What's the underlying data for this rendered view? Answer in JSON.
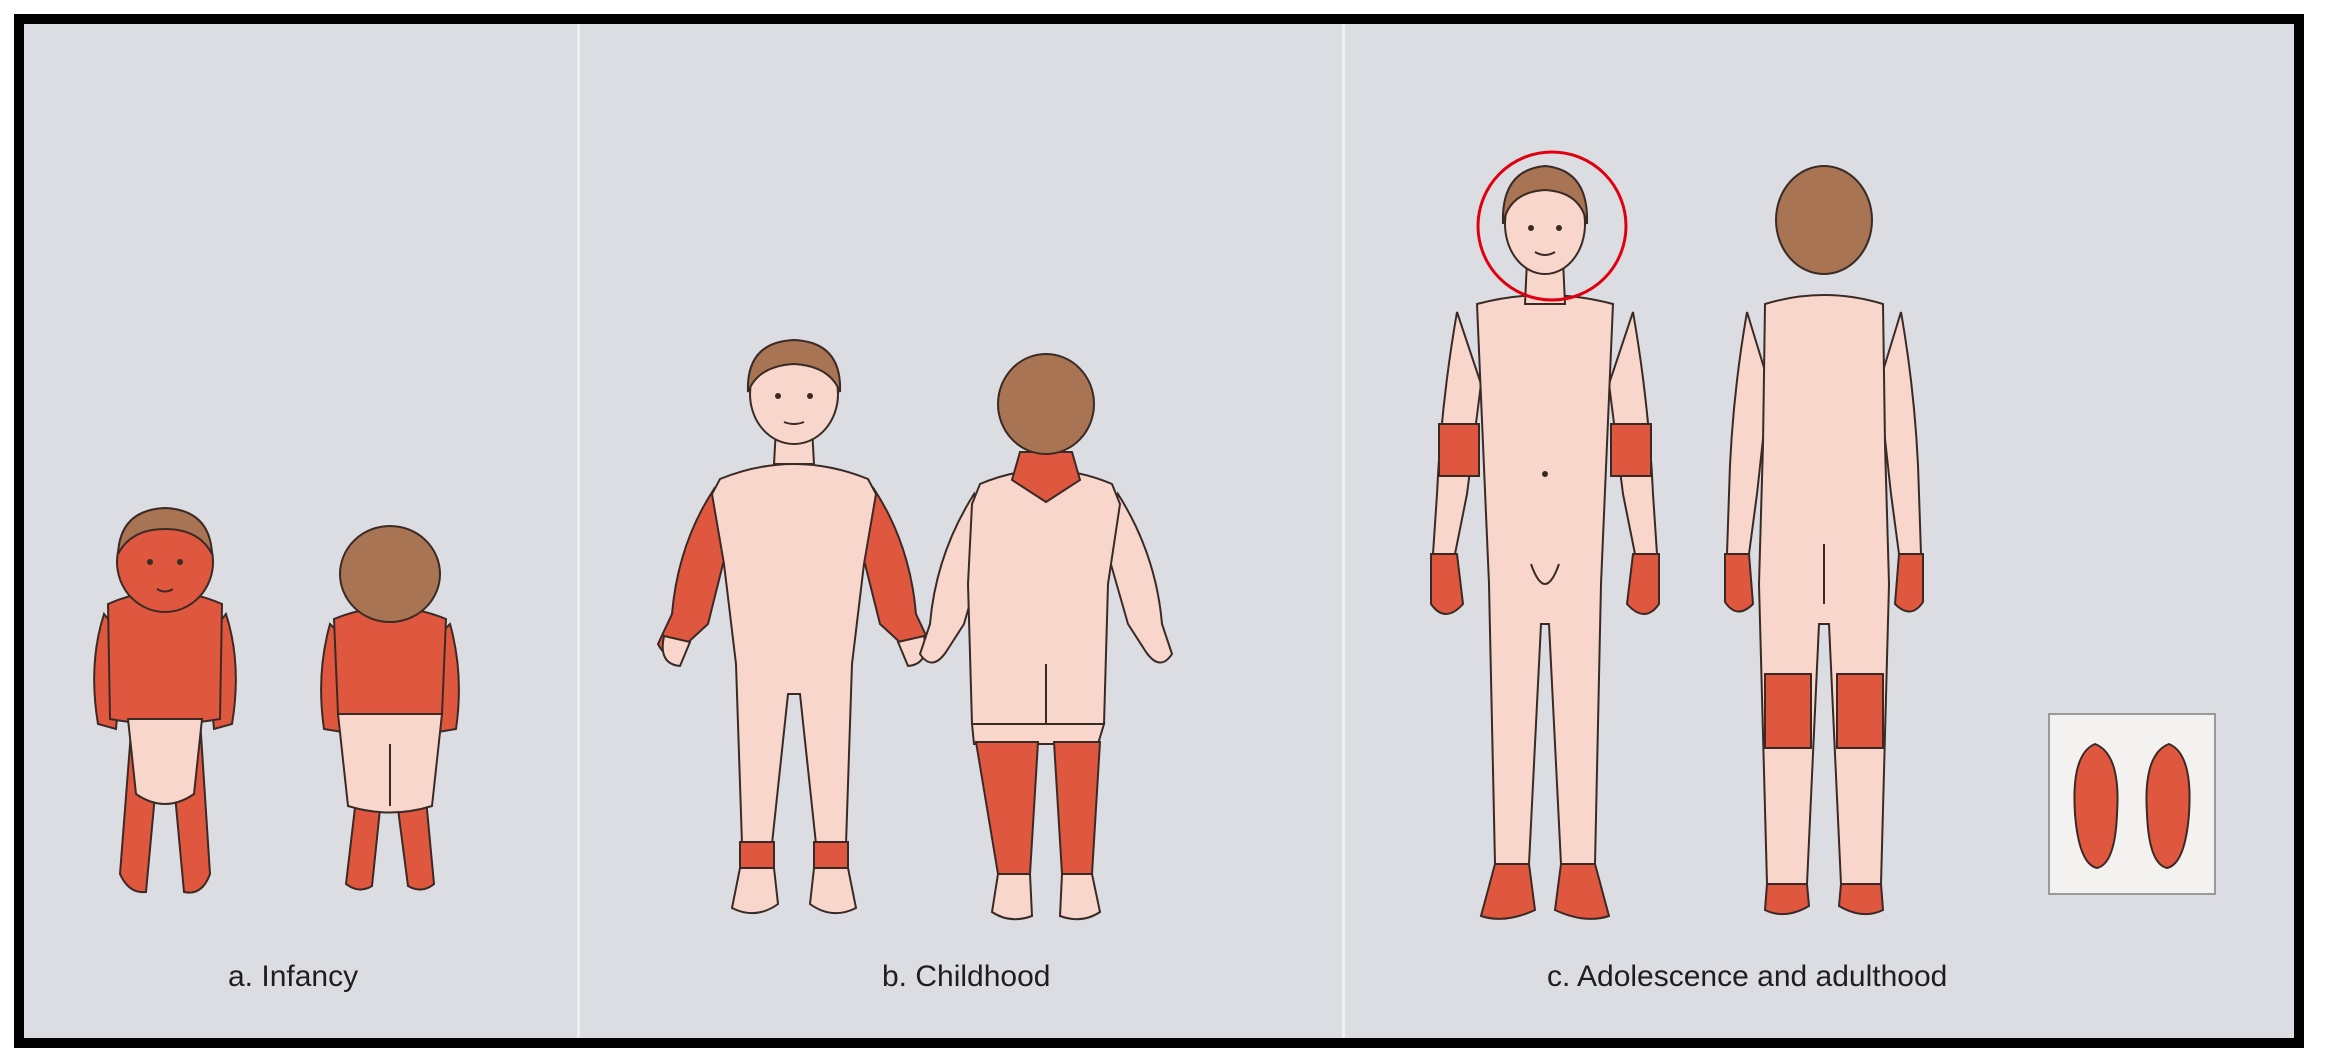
{
  "panels": [
    {
      "id": "a",
      "caption": "a. Infancy"
    },
    {
      "id": "b",
      "caption": "b. Childhood"
    },
    {
      "id": "c",
      "caption": "c. Adolescence and adulthood"
    }
  ],
  "colors": {
    "background": "#dcdde2",
    "skin": "#f8d6cc",
    "affected": "#e0573f",
    "hair": "#a87454",
    "outline": "#3a2a25",
    "highlight_circle": "#e0000f"
  }
}
